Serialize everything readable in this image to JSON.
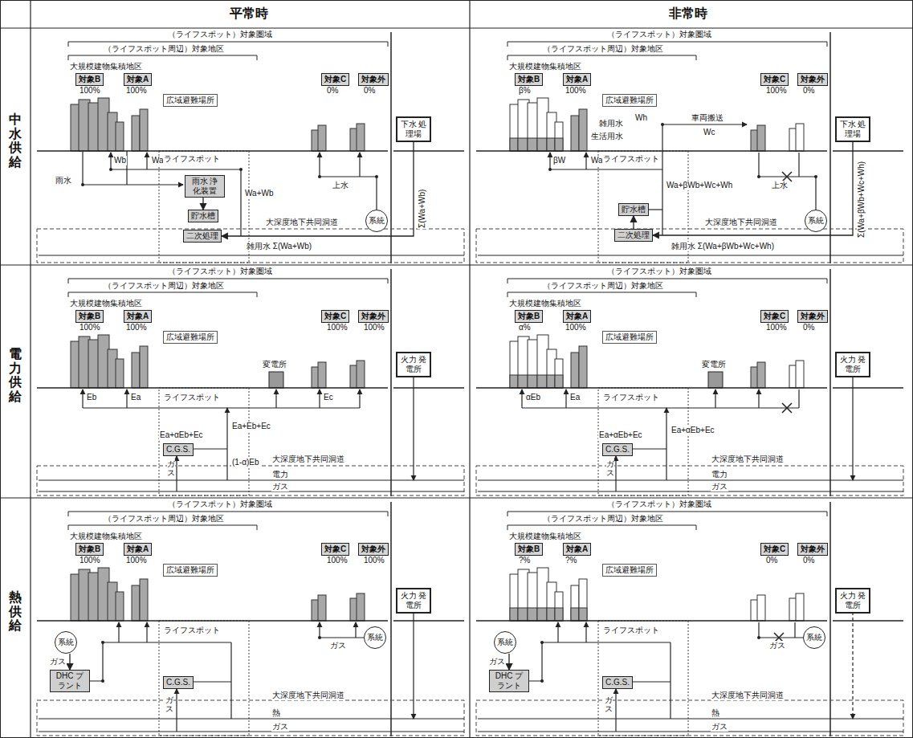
{
  "diagram": {
    "nodes": [
      {
        "text": [
          "対象B"
        ]
      },
      {
        "text": [
          "対象A"
        ]
      },
      {
        "text": [
          "対象C"
        ]
      },
      {
        "text": [
          "対象外"
        ]
      },
      {
        "text": [
          "広域避難場所"
        ]
      },
      {
        "text": [
          "雨水 浄化装置"
        ]
      },
      {
        "text": [
          "貯水槽"
        ]
      },
      {
        "text": [
          "二次処理"
        ]
      },
      {
        "text": [
          "下水 処理場"
        ]
      },
      {
        "text": [
          "系統"
        ]
      },
      {
        "text": [
          "対象B"
        ]
      },
      {
        "text": [
          "対象A"
        ]
      },
      {
        "text": [
          "対象C"
        ]
      },
      {
        "text": [
          "対象外"
        ]
      },
      {
        "text": [
          "広域避難場所"
        ]
      },
      {
        "text": [
          "貯水槽"
        ]
      },
      {
        "text": [
          "二次処理"
        ]
      },
      {
        "text": [
          "下水 処理場"
        ]
      },
      {
        "text": [
          "系統"
        ]
      },
      {
        "text": [
          "対象B"
        ]
      },
      {
        "text": [
          "対象A"
        ]
      },
      {
        "text": [
          "対象C"
        ]
      },
      {
        "text": [
          "対象外"
        ]
      },
      {
        "text": [
          "広域避難場所"
        ]
      },
      {
        "text": [
          "C.G.S."
        ]
      },
      {
        "text": [
          "火力 発電所"
        ]
      },
      {
        "text": [
          "対象B"
        ]
      },
      {
        "text": [
          "対象A"
        ]
      },
      {
        "text": [
          "対象C"
        ]
      },
      {
        "text": [
          "対象外"
        ]
      },
      {
        "text": [
          "広域避難場所"
        ]
      },
      {
        "text": [
          "C.G.S."
        ]
      },
      {
        "text": [
          "火力 発電所"
        ]
      },
      {
        "text": [
          "対象B"
        ]
      },
      {
        "text": [
          "対象A"
        ]
      },
      {
        "text": [
          "対象C"
        ]
      },
      {
        "text": [
          "対象外"
        ]
      },
      {
        "text": [
          "広域避難場所"
        ]
      },
      {
        "text": [
          "系統"
        ]
      },
      {
        "text": [
          "DHC プラント"
        ]
      },
      {
        "text": [
          "系統"
        ]
      },
      {
        "text": [
          "C.G.S."
        ]
      },
      {
        "text": [
          "火力 発電所"
        ]
      },
      {
        "text": [
          "対象B"
        ]
      },
      {
        "text": [
          "対象A"
        ]
      },
      {
        "text": [
          "対象C"
        ]
      },
      {
        "text": [
          "対象外"
        ]
      },
      {
        "text": [
          "広域避難場所"
        ]
      },
      {
        "text": [
          "系統"
        ]
      },
      {
        "text": [
          "DHC プラント"
        ]
      },
      {
        "text": [
          "系統"
        ]
      },
      {
        "text": [
          "C.G.S."
        ]
      },
      {
        "text": [
          "火力 発電所"
        ]
      }
    ],
    "edges": [
      {
        "from": 5,
        "to": 6,
        "arrow": "to"
      },
      {
        "from": 8,
        "to": 7,
        "arrow": "to"
      },
      {
        "from": 17,
        "to": 16,
        "arrow": "to"
      },
      {
        "from": 16,
        "to": 15,
        "arrow": "to"
      },
      {
        "from": 38,
        "to": 39,
        "label": "ガス",
        "arrow": "to"
      },
      {
        "from": 48,
        "to": 49,
        "label": "ガス",
        "arrow": "to"
      }
    ],
    "labels": [
      "平常時",
      "非常時",
      "中水供給",
      "電力供給",
      "熱供給",
      "（ライフスポット）対象圏域",
      "（ライフスポット周辺）対象地区",
      "大規模建物集積地区",
      "100%",
      "100%",
      "0%",
      "0%",
      "Wb",
      "Wa",
      "雨水",
      "ライフスポット",
      "上水",
      "Wa+Wb",
      "大深度地下共同洞道",
      "雑用水 Σ(Wa+Wb)",
      "Σ(Wa+Wb)",
      "（ライフスポット）対象圏域",
      "（ライフスポット周辺）対象地区",
      "大規模建物集積地区",
      "β%",
      "100%",
      "100%",
      "0%",
      "Wh",
      "車両搬送",
      "Wc",
      "雑用水",
      "生活用水",
      "βW",
      "Wa",
      "ライフスポット",
      "上水",
      "Wa+βWb+Wc+Wh",
      "大深度地下共同洞道",
      "雑用水 Σ(Wa+βWb+Wc+Wh)",
      "Σ(Wa+βWb+Wc+Wh)",
      "（ライフスポット）対象圏域",
      "（ライフスポット周辺）対象地区",
      "大規模建物集積地区",
      "100%",
      "100%",
      "100%",
      "100%",
      "変電所",
      "Eb",
      "Ea",
      "ライフスポット",
      "Ec",
      "Ea+αEb+Ec",
      "Ea+Eb+Ec",
      "(1-α)Eb",
      "ガス",
      "大深度地下共同洞道",
      "電力",
      "ガス",
      "（ライフスポット）対象圏域",
      "（ライフスポット周辺）対象地区",
      "大規模建物集積地区",
      "α%",
      "100%",
      "100%",
      "0%",
      "変電所",
      "αEb",
      "Ea",
      "ライフスポット",
      "Ea+αEb+Ec",
      "Ea+αEb+Ec",
      "ガス",
      "大深度地下共同洞道",
      "電力",
      "ガス",
      "（ライフスポット）対象圏域",
      "（ライフスポット周辺）対象地区",
      "大規模建物集積地区",
      "100%",
      "100%",
      "100%",
      "100%",
      "ライフスポット",
      "ガス",
      "ガス",
      "大深度地下共同洞道",
      "熱",
      "ガス",
      "（ライフスポット）対象圏域",
      "（ライフスポット周辺）対象地区",
      "大規模建物集積地区",
      "?%",
      "?%",
      "0%",
      "0%",
      "ライフスポット",
      "ガス",
      "ガス",
      "大深度地下共同洞道",
      "熱",
      "ガス"
    ]
  }
}
